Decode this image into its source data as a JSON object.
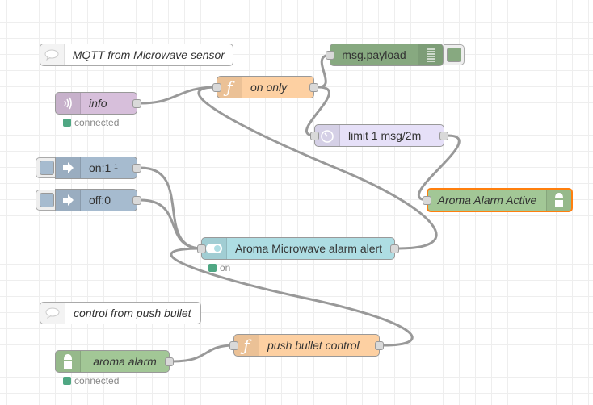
{
  "canvas": {
    "grid_color": "#eeeeee",
    "wire_color": "#999999",
    "selected_color": "#ff7f0e"
  },
  "comments": [
    {
      "id": "c1",
      "label": "MQTT from Microwave sensor",
      "icon": "speech-bubble-icon"
    },
    {
      "id": "c2",
      "label": "control from push bullet",
      "icon": "speech-bubble-icon"
    }
  ],
  "nodes": {
    "info": {
      "label": "info",
      "type": "mqtt in",
      "icon": "radio-wave-icon",
      "color": "#d7bfdb",
      "status": "connected",
      "status_color": "#4fa783"
    },
    "on_only": {
      "label": "on only",
      "type": "function",
      "icon": "function-icon",
      "color": "#fdd0a2"
    },
    "msg_payload": {
      "label": "msg.payload",
      "type": "debug",
      "icon": "list-icon",
      "color": "#87a980"
    },
    "limit": {
      "label": "limit 1 msg/2m",
      "type": "delay",
      "icon": "timer-icon",
      "color": "#e6e0f8"
    },
    "aroma_alarm_active": {
      "label": "Aroma Alarm Active",
      "type": "pushbullet out",
      "icon": "bullet-icon",
      "color": "#a2c796",
      "selected": true
    },
    "on1": {
      "label": "on:1 ¹",
      "type": "inject",
      "icon": "arrow-right-icon",
      "color": "#a6bbcf"
    },
    "off0": {
      "label": "off:0",
      "type": "inject",
      "icon": "arrow-right-icon",
      "color": "#a6bbcf"
    },
    "alarm_alert": {
      "label": "Aroma Microwave alarm alert",
      "type": "switch",
      "icon": "toggle-icon",
      "color": "#aedde3",
      "status": "on",
      "status_color": "#4fa783"
    },
    "aroma_alarm": {
      "label": "aroma alarm",
      "type": "pushbullet in",
      "icon": "bullet-icon",
      "color": "#a2c796",
      "status": "connected",
      "status_color": "#4fa783"
    },
    "push_control": {
      "label": "push bullet control",
      "type": "function",
      "icon": "function-icon",
      "color": "#fdd0a2"
    }
  }
}
